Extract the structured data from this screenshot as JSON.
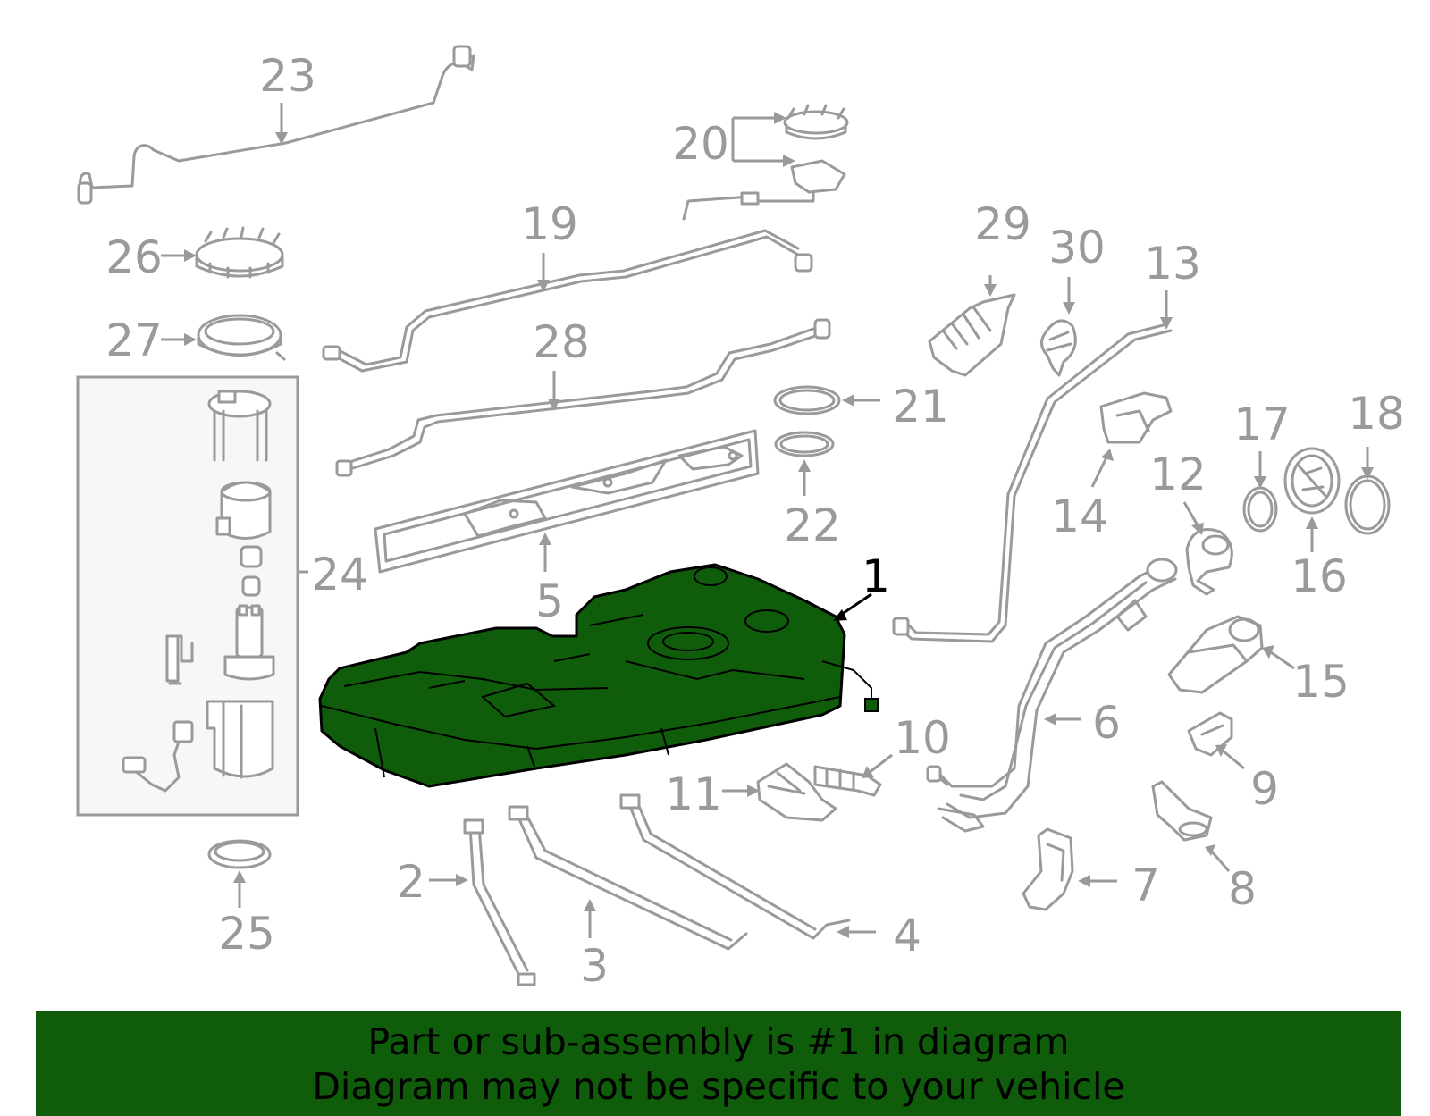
{
  "diagram": {
    "highlighted_part": "1",
    "highlight_color": "#0f5c0a",
    "part_color": "#9a9a9a",
    "callouts": [
      {
        "id": "c1",
        "label": "1",
        "highlighted": true
      },
      {
        "id": "c2",
        "label": "2"
      },
      {
        "id": "c3",
        "label": "3"
      },
      {
        "id": "c4",
        "label": "4"
      },
      {
        "id": "c5",
        "label": "5"
      },
      {
        "id": "c6",
        "label": "6"
      },
      {
        "id": "c7",
        "label": "7"
      },
      {
        "id": "c8",
        "label": "8"
      },
      {
        "id": "c9",
        "label": "9"
      },
      {
        "id": "c10",
        "label": "10"
      },
      {
        "id": "c11",
        "label": "11"
      },
      {
        "id": "c12",
        "label": "12"
      },
      {
        "id": "c13",
        "label": "13"
      },
      {
        "id": "c14",
        "label": "14"
      },
      {
        "id": "c15",
        "label": "15"
      },
      {
        "id": "c16",
        "label": "16"
      },
      {
        "id": "c17",
        "label": "17"
      },
      {
        "id": "c18",
        "label": "18"
      },
      {
        "id": "c19",
        "label": "19"
      },
      {
        "id": "c20",
        "label": "20"
      },
      {
        "id": "c21",
        "label": "21"
      },
      {
        "id": "c22",
        "label": "22"
      },
      {
        "id": "c23",
        "label": "23"
      },
      {
        "id": "c24",
        "label": "24"
      },
      {
        "id": "c25",
        "label": "25"
      },
      {
        "id": "c26",
        "label": "26"
      },
      {
        "id": "c27",
        "label": "27"
      },
      {
        "id": "c28",
        "label": "28"
      },
      {
        "id": "c29",
        "label": "29"
      },
      {
        "id": "c30",
        "label": "30"
      }
    ]
  },
  "banner": {
    "line1": "Part or sub-assembly is #1 in diagram",
    "line2": "Diagram may not be specific to your vehicle",
    "background": "#0f5c0a"
  }
}
